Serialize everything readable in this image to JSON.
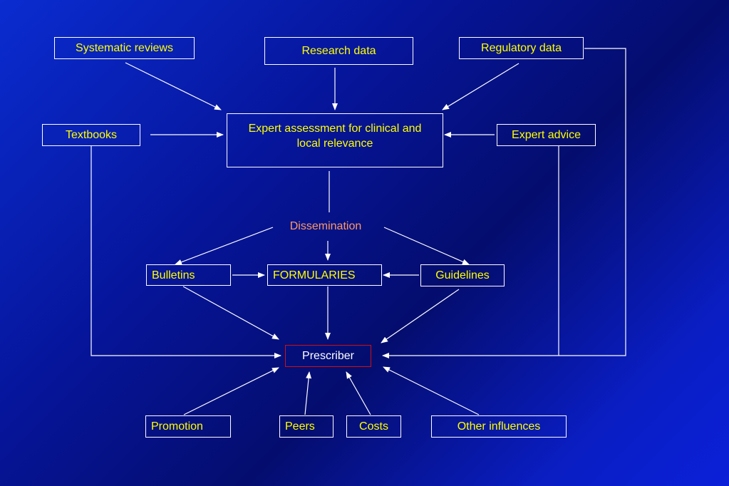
{
  "colors": {
    "text": "#ffff00",
    "border": "#ffffff",
    "prescriber_border": "#cc1111",
    "prescriber_text": "#ffffff",
    "dissemination_text": "#ff9966"
  },
  "nodes": {
    "systematic_reviews": "Systematic reviews",
    "research_data": "Research data",
    "regulatory_data": "Regulatory data",
    "textbooks": "Textbooks",
    "expert_assessment": "Expert assessment for clinical and local relevance",
    "expert_advice": "Expert advice",
    "dissemination": "Dissemination",
    "bulletins": "Bulletins",
    "formularies": "FORMULARIES",
    "guidelines": "Guidelines",
    "prescriber": "Prescriber",
    "promotion": "Promotion",
    "peers": "Peers",
    "costs": "Costs",
    "other_influences": "Other influences"
  }
}
